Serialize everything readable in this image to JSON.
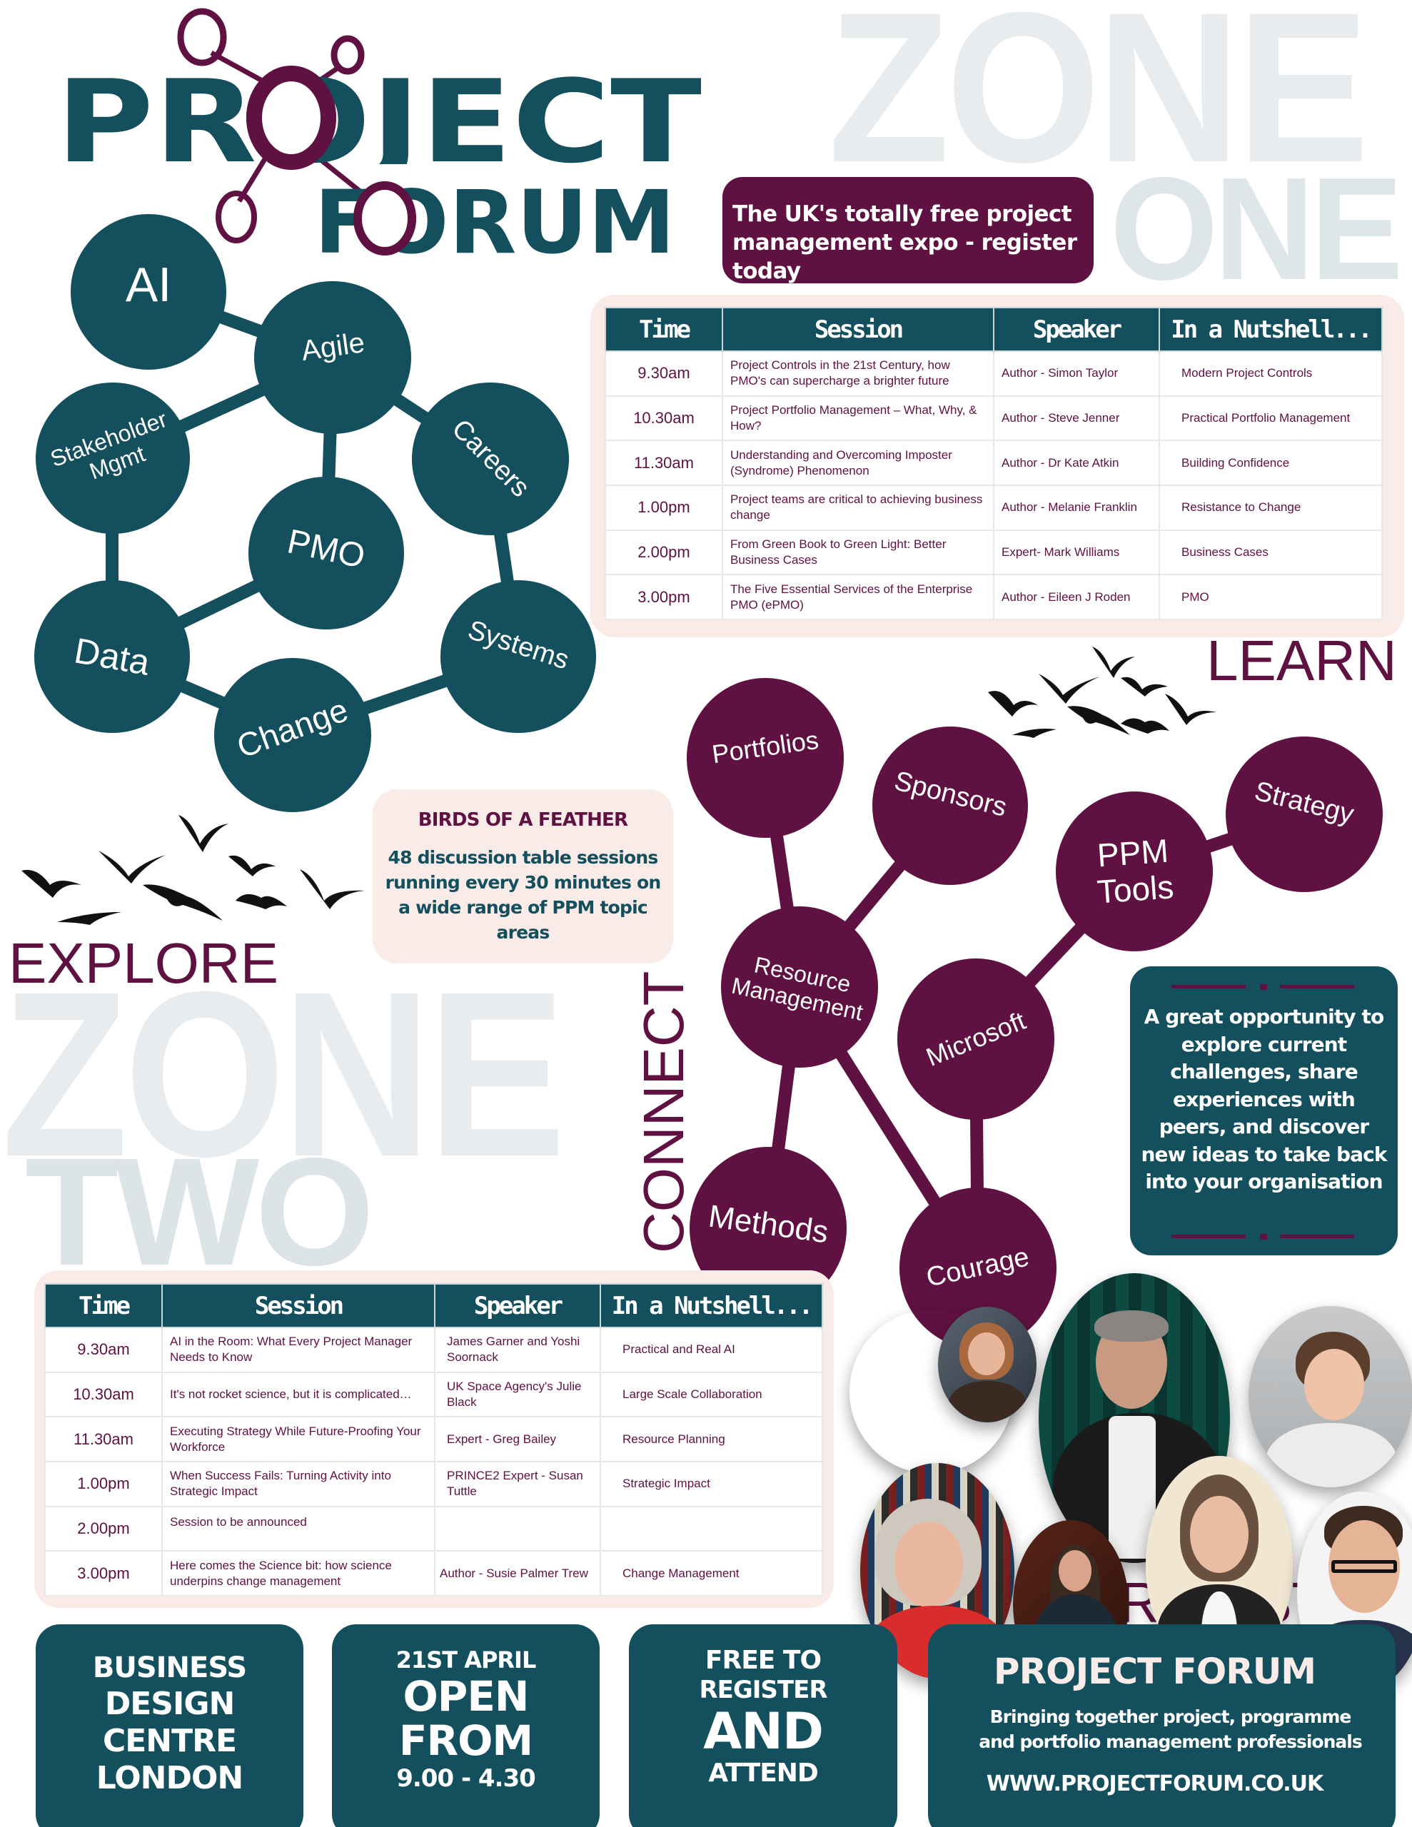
{
  "logo": {
    "line1": "PROJECT",
    "line2": "FORUM",
    "brand_colors": {
      "teal": "#134f5c",
      "plum": "#5f1141"
    }
  },
  "zone_one": {
    "word1": "ZONE",
    "word2": "ONE"
  },
  "zone_two": {
    "word1": "ZONE",
    "word2": "TWO"
  },
  "tagline": "The UK's totally free project management expo - register today",
  "labels": {
    "learn": "LEARN",
    "explore": "EXPLORE",
    "connect": "CONNECT",
    "register": "REGISTER"
  },
  "zone_one_schedule": {
    "headers": [
      "Time",
      "Session",
      "Speaker",
      "In a Nutshell..."
    ],
    "rows": [
      {
        "time": "9.30am",
        "session": "Project Controls in the 21st Century, how PMO's can supercharge a brighter future",
        "speaker": "Author - Simon Taylor",
        "nutshell": "Modern Project Controls"
      },
      {
        "time": "10.30am",
        "session": "Project Portfolio Management – What, Why, & How?",
        "speaker": "Author - Steve Jenner",
        "nutshell": "Practical Portfolio Management"
      },
      {
        "time": "11.30am",
        "session": "Understanding and Overcoming Imposter (Syndrome) Phenomenon",
        "speaker": "Author - Dr Kate Atkin",
        "nutshell": "Building Confidence"
      },
      {
        "time": "1.00pm",
        "session": "Project teams are critical to achieving business change",
        "speaker": "Author - Melanie Franklin",
        "nutshell": "Resistance to Change"
      },
      {
        "time": "2.00pm",
        "session": "From Green Book to Green Light: Better Business Cases",
        "speaker": "Expert- Mark Williams",
        "nutshell": "Business Cases"
      },
      {
        "time": "3.00pm",
        "session": "The Five Essential Services of the Enterprise PMO (ePMO)",
        "speaker": "Author - Eileen J Roden",
        "nutshell": "PMO"
      }
    ]
  },
  "zone_two_schedule": {
    "headers": [
      "Time",
      "Session",
      "Speaker",
      "In a Nutshell..."
    ],
    "rows": [
      {
        "time": "9.30am",
        "session": "AI in the Room: What Every Project Manager Needs to Know",
        "speaker": "James Garner and Yoshi Soornack",
        "nutshell": "Practical and Real AI"
      },
      {
        "time": "10.30am",
        "session": "It's not rocket science, but it is complicated…",
        "speaker": "UK Space Agency's Julie Black",
        "nutshell": "Large Scale Collaboration"
      },
      {
        "time": "11.30am",
        "session": "Executing Strategy While Future-Proofing Your Workforce",
        "speaker": "Expert - Greg Bailey",
        "nutshell": "Resource Planning"
      },
      {
        "time": "1.00pm",
        "session": "When Success Fails: Turning Activity into Strategic Impact",
        "speaker": "PRINCE2 Expert - Susan Tuttle",
        "nutshell": "Strategic Impact"
      },
      {
        "time": "2.00pm",
        "session": "Session to be announced",
        "speaker": "",
        "nutshell": ""
      },
      {
        "time": "3.00pm",
        "session": "Here comes the Science bit: how science underpins change management",
        "speaker": "Author - Susie Palmer Trew",
        "nutshell": "Change Management"
      }
    ]
  },
  "teal_network": {
    "nodes": [
      {
        "id": "ai",
        "label": "AI"
      },
      {
        "id": "agile",
        "label": "Agile"
      },
      {
        "id": "stakeholder",
        "label": "Stakeholder Mgmt",
        "line1": "Stakeholder",
        "line2": "Mgmt"
      },
      {
        "id": "careers",
        "label": "Careers"
      },
      {
        "id": "pmo",
        "label": "PMO"
      },
      {
        "id": "data",
        "label": "Data"
      },
      {
        "id": "systems",
        "label": "Systems"
      },
      {
        "id": "change",
        "label": "Change"
      }
    ]
  },
  "plum_network": {
    "nodes": [
      {
        "id": "portfolios",
        "label": "Portfolios"
      },
      {
        "id": "sponsors",
        "label": "Sponsors"
      },
      {
        "id": "ppm-tools",
        "label": "PPM Tools",
        "line1": "PPM",
        "line2": "Tools"
      },
      {
        "id": "strategy",
        "label": "Strategy"
      },
      {
        "id": "resource",
        "label": "Resource Management",
        "line1": "Resource",
        "line2": "Management"
      },
      {
        "id": "microsoft",
        "label": "Microsoft"
      },
      {
        "id": "methods",
        "label": "Methods"
      },
      {
        "id": "courage",
        "label": "Courage"
      }
    ]
  },
  "birds_of_a_feather": {
    "title": "BIRDS OF A FEATHER",
    "body": "48 discussion table sessions running every 30 minutes on a wide range of PPM topic areas"
  },
  "opportunity": {
    "text": "A great opportunity to explore current challenges, share experiences with peers, and discover new ideas to take back into your organisation"
  },
  "info_boxes": {
    "venue": {
      "lines": [
        "BUSINESS",
        "DESIGN",
        "CENTRE",
        "LONDON"
      ]
    },
    "date": {
      "date": "21ST APRIL",
      "line2": "OPEN",
      "line3": "FROM",
      "hours": "9.00 - 4.30"
    },
    "free": {
      "line1": "FREE TO",
      "line2": "REGISTER",
      "line3": "AND",
      "line4": "ATTEND"
    },
    "forum": {
      "title": "PROJECT FORUM",
      "subtitle": "Bringing together project, programme and portfolio management professionals",
      "url": "WWW.PROJECTFORUM.CO.UK"
    }
  },
  "speaker_photos": {
    "count": 7
  }
}
